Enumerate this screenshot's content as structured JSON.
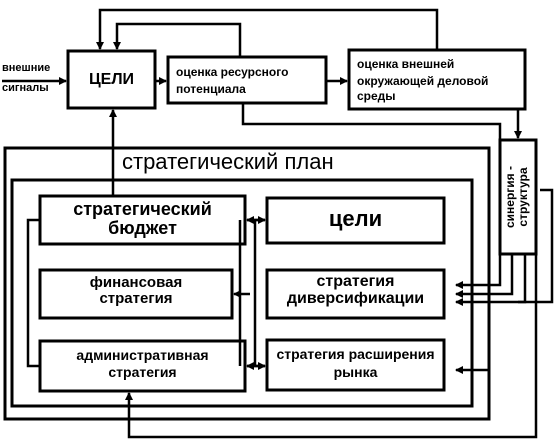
{
  "input": {
    "line1": "внешние",
    "line2": "сигналы"
  },
  "top": {
    "goals": "ЦЕЛИ",
    "resource_line1": "оценка ресурсного",
    "resource_line2": "потенциала",
    "env_line1": "оценка внешней",
    "env_line2": "окружающей деловой",
    "env_line3": "среды"
  },
  "synergy": {
    "line1": "синергия -",
    "line2": "структура"
  },
  "plan": {
    "title": "стратегический план",
    "budget_line1": "стратегический",
    "budget_line2": "бюджет",
    "finance_line1": "финансовая",
    "finance_line2": "стратегия",
    "admin_line1": "административная",
    "admin_line2": "стратегия",
    "goals": "цели",
    "divers_line1": "стратегия",
    "divers_line2": "диверсификации",
    "market_line1": "стратегия расширения",
    "market_line2": "рынка"
  },
  "colors": {
    "line": "#000000",
    "background": "#ffffff"
  }
}
